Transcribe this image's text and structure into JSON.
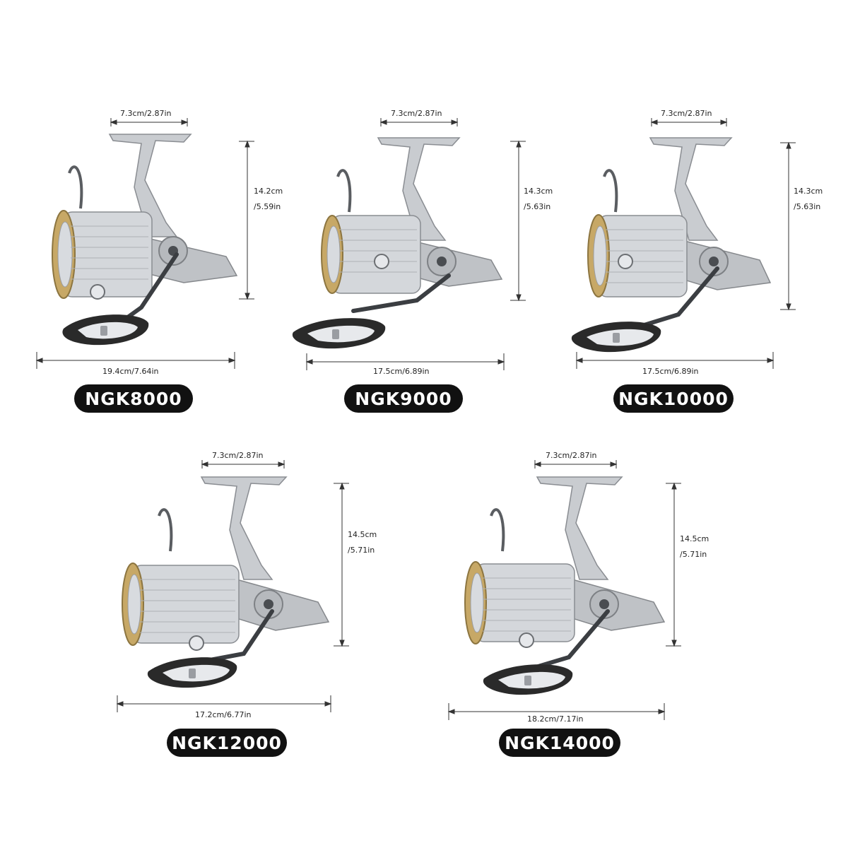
{
  "colors": {
    "background": "#ffffff",
    "badge_background": "#111111",
    "badge_text": "#ffffff",
    "dimension_line": "#333333",
    "reel_silver": "#c9ccd0",
    "spool_gold": "#b89a5a",
    "handle_knob": "#2a2a2a"
  },
  "reels": [
    {
      "model": "NGK8000",
      "top_width": "7.3cm/2.87in",
      "height_cm": "14.2cm",
      "height_in": "/5.59in",
      "width": "19.4cm/7.64in"
    },
    {
      "model": "NGK9000",
      "top_width": "7.3cm/2.87in",
      "height_cm": "14.3cm",
      "height_in": "/5.63in",
      "width": "17.5cm/6.89in"
    },
    {
      "model": "NGK10000",
      "top_width": "7.3cm/2.87in",
      "height_cm": "14.3cm",
      "height_in": "/5.63in",
      "width": "17.5cm/6.89in"
    },
    {
      "model": "NGK12000",
      "top_width": "7.3cm/2.87in",
      "height_cm": "14.5cm",
      "height_in": "/5.71in",
      "width": "17.2cm/6.77in"
    },
    {
      "model": "NGK14000",
      "top_width": "7.3cm/2.87in",
      "height_cm": "14.5cm",
      "height_in": "/5.71in",
      "width": "18.2cm/7.17in"
    }
  ]
}
